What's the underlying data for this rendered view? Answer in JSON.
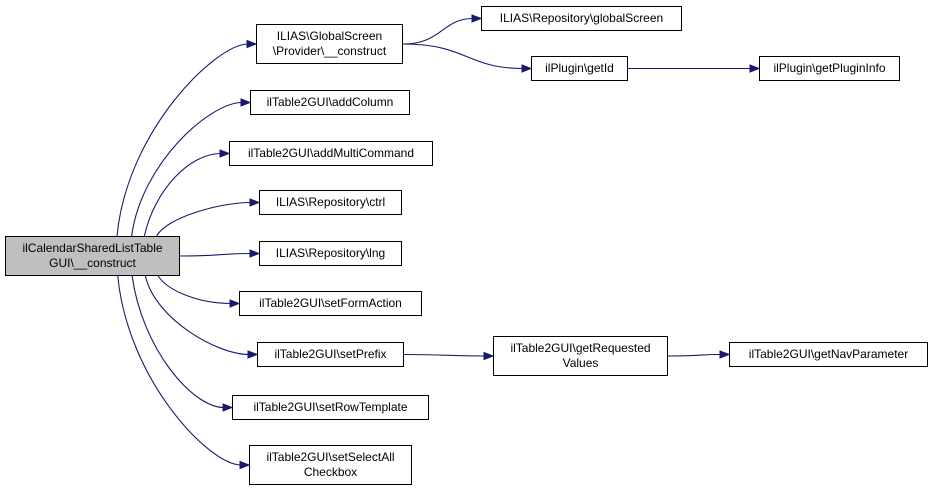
{
  "colors": {
    "edge": "#191970",
    "node_border": "#000000",
    "root_fill": "#bfbfbf",
    "node_fill": "#ffffff"
  },
  "nodes": {
    "root": [
      "ilCalendarSharedListTable",
      "GUI\\__construct"
    ],
    "gs_provider": [
      "ILIAS\\GlobalScreen",
      "\\Provider\\__construct"
    ],
    "global_screen": [
      "ILIAS\\Repository\\globalScreen"
    ],
    "get_id": [
      "ilPlugin\\getId"
    ],
    "get_plugin_info": [
      "ilPlugin\\getPluginInfo"
    ],
    "add_column": [
      "ilTable2GUI\\addColumn"
    ],
    "add_multi_command": [
      "ilTable2GUI\\addMultiCommand"
    ],
    "ctrl": [
      "ILIAS\\Repository\\ctrl"
    ],
    "lng": [
      "ILIAS\\Repository\\lng"
    ],
    "set_form_action": [
      "ilTable2GUI\\setFormAction"
    ],
    "set_prefix": [
      "ilTable2GUI\\setPrefix"
    ],
    "get_requested_values": [
      "ilTable2GUI\\getRequested",
      "Values"
    ],
    "get_nav_parameter": [
      "ilTable2GUI\\getNavParameter"
    ],
    "set_row_template": [
      "ilTable2GUI\\setRowTemplate"
    ],
    "set_select_all": [
      "ilTable2GUI\\setSelectAll",
      "Checkbox"
    ]
  },
  "edges": [
    [
      "root",
      "gs_provider"
    ],
    [
      "root",
      "add_column"
    ],
    [
      "root",
      "add_multi_command"
    ],
    [
      "root",
      "ctrl"
    ],
    [
      "root",
      "lng"
    ],
    [
      "root",
      "set_form_action"
    ],
    [
      "root",
      "set_prefix"
    ],
    [
      "root",
      "set_row_template"
    ],
    [
      "root",
      "set_select_all"
    ],
    [
      "gs_provider",
      "global_screen"
    ],
    [
      "gs_provider",
      "get_id"
    ],
    [
      "get_id",
      "get_plugin_info"
    ],
    [
      "set_prefix",
      "get_requested_values"
    ],
    [
      "get_requested_values",
      "get_nav_parameter"
    ]
  ]
}
